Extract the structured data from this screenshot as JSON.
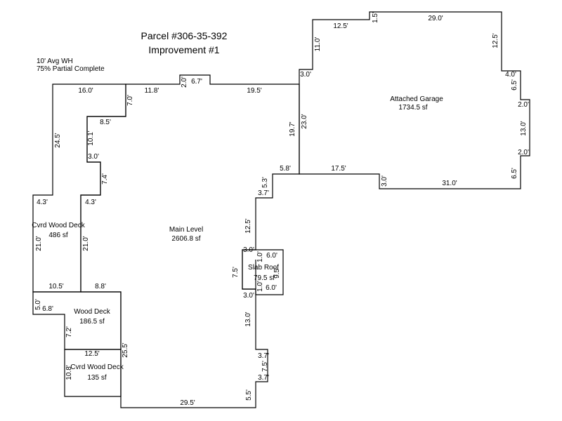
{
  "title": {
    "parcel": "Parcel #306-35-392",
    "improvement": "Improvement #1"
  },
  "notes": [
    "10' Avg WH",
    "75% Partial Complete"
  ],
  "areas": [
    {
      "name": "Attached Garage",
      "area": "1734.5 sf"
    },
    {
      "name": "Main Level",
      "area": "2606.8 sf"
    },
    {
      "name": "Cvrd Wood Deck",
      "area": "486 sf"
    },
    {
      "name": "Slab Roof",
      "area": "79.5 sf"
    },
    {
      "name": "Wood Deck",
      "area": "186.5 sf"
    },
    {
      "name": "Cvrd Wood Deck",
      "area": "135 sf"
    }
  ],
  "dims": {
    "main_top_left": "16.0'",
    "main_top_mid": "11.8'",
    "main_notch_w": "6.7'",
    "main_notch_h": "2.0'",
    "main_top_right": "19.5'",
    "main_step_7": "7.0'",
    "main_step_85": "8.5'",
    "main_step_101": "10.1'",
    "main_step_30": "3.0'",
    "main_step_74": "7.4'",
    "main_step_43a": "4.3'",
    "main_step_43b": "4.3'",
    "main_left_245": "24.5'",
    "main_right_197": "19.7'",
    "main_right_58": "5.8'",
    "main_right_53": "5.3'",
    "main_right_37a": "3.7'",
    "main_right_125": "12.5'",
    "main_right_30a": "3.0'",
    "main_right_75": "7.5'",
    "main_right_30b": "3.0'",
    "main_right_130": "13.0'",
    "main_right_37b": "3.7'",
    "main_right_75b": "7.5'",
    "main_right_37c": "3.7'",
    "main_right_55": "5.5'",
    "main_bottom": "29.5'",
    "slab_top": "6.0'",
    "slab_bottom": "6.0'",
    "slab_right": "9.5'",
    "slab_1a": "1.0'",
    "slab_1b": "1.0'",
    "deck_left_210": "21.0'",
    "deck_right_210": "21.0'",
    "deck_bottom_105": "10.5'",
    "deck_bottom_88": "8.8'",
    "wd_50": "5.0'",
    "wd_68": "6.8'",
    "wd_72": "7.2'",
    "wd_255": "25.5'",
    "cwd_125": "12.5'",
    "cwd_108": "10.8'",
    "gar_top_125": "12.5'",
    "gar_15": "1.5'",
    "gar_top_290": "29.0'",
    "gar_110": "11.0'",
    "gar_right_125": "12.5'",
    "gar_30": "3.0'",
    "gar_40": "4.0'",
    "gar_65a": "6.5'",
    "gar_20a": "2.0'",
    "gar_130": "13.0'",
    "gar_20b": "2.0'",
    "gar_65b": "6.5'",
    "gar_230": "23.0'",
    "gar_175": "17.5'",
    "gar_30b": "3.0'",
    "gar_bottom_310": "31.0'"
  }
}
